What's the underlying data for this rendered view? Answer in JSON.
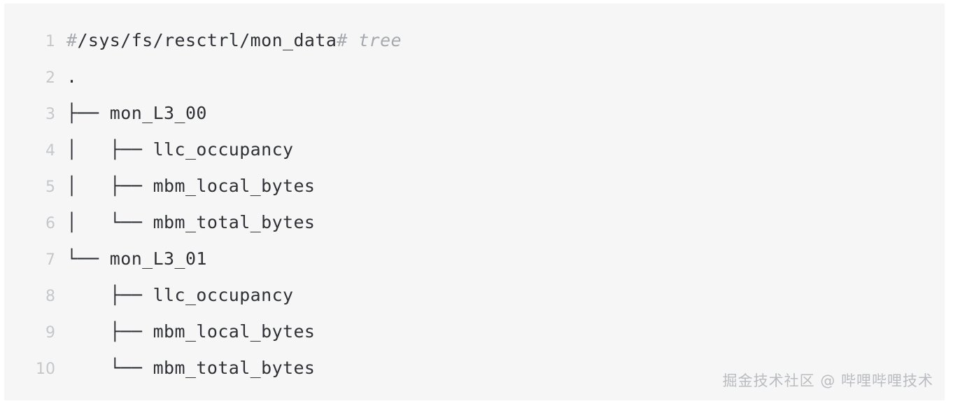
{
  "code_block": {
    "language": "shell-tree-output",
    "background_color": "#f6f6f6",
    "text_color": "#2f3136",
    "comment_color": "#a6a9ad",
    "gutter_color": "#c5c8cb",
    "lines": [
      {
        "number": "1",
        "text": "#/sys/fs/resctrl/mon_data# tree",
        "segments": [
          {
            "text": "#",
            "style": "comment"
          },
          {
            "text": "/sys/fs/resctrl/mon_data",
            "style": "plain"
          },
          {
            "text": "#",
            "style": "comment"
          },
          {
            "text": " ",
            "style": "plain"
          },
          {
            "text": "tree",
            "style": "comment-italic"
          }
        ]
      },
      {
        "number": "2",
        "text": ".",
        "segments": [
          {
            "text": ".",
            "style": "plain"
          }
        ]
      },
      {
        "number": "3",
        "text": "├── mon_L3_00",
        "segments": [
          {
            "text": "├── mon_L3_00",
            "style": "plain"
          }
        ]
      },
      {
        "number": "4",
        "text": "│   ├── llc_occupancy",
        "segments": [
          {
            "text": "│   ├── llc_occupancy",
            "style": "plain"
          }
        ]
      },
      {
        "number": "5",
        "text": "│   ├── mbm_local_bytes",
        "segments": [
          {
            "text": "│   ├── mbm_local_bytes",
            "style": "plain"
          }
        ]
      },
      {
        "number": "6",
        "text": "│   └── mbm_total_bytes",
        "segments": [
          {
            "text": "│   └── mbm_total_bytes",
            "style": "plain"
          }
        ]
      },
      {
        "number": "7",
        "text": "└── mon_L3_01",
        "segments": [
          {
            "text": "└── mon_L3_01",
            "style": "plain"
          }
        ]
      },
      {
        "number": "8",
        "text": "    ├── llc_occupancy",
        "segments": [
          {
            "text": "    ├── llc_occupancy",
            "style": "plain"
          }
        ]
      },
      {
        "number": "9",
        "text": "    ├── mbm_local_bytes",
        "segments": [
          {
            "text": "    ├── mbm_local_bytes",
            "style": "plain"
          }
        ]
      },
      {
        "number": "10",
        "text": "    └── mbm_total_bytes",
        "segments": [
          {
            "text": "    └── mbm_total_bytes",
            "style": "plain"
          }
        ]
      }
    ]
  },
  "watermark": {
    "text": "掘金技术社区 @ 哔哩哔哩技术",
    "color": "#b9bcc0"
  }
}
